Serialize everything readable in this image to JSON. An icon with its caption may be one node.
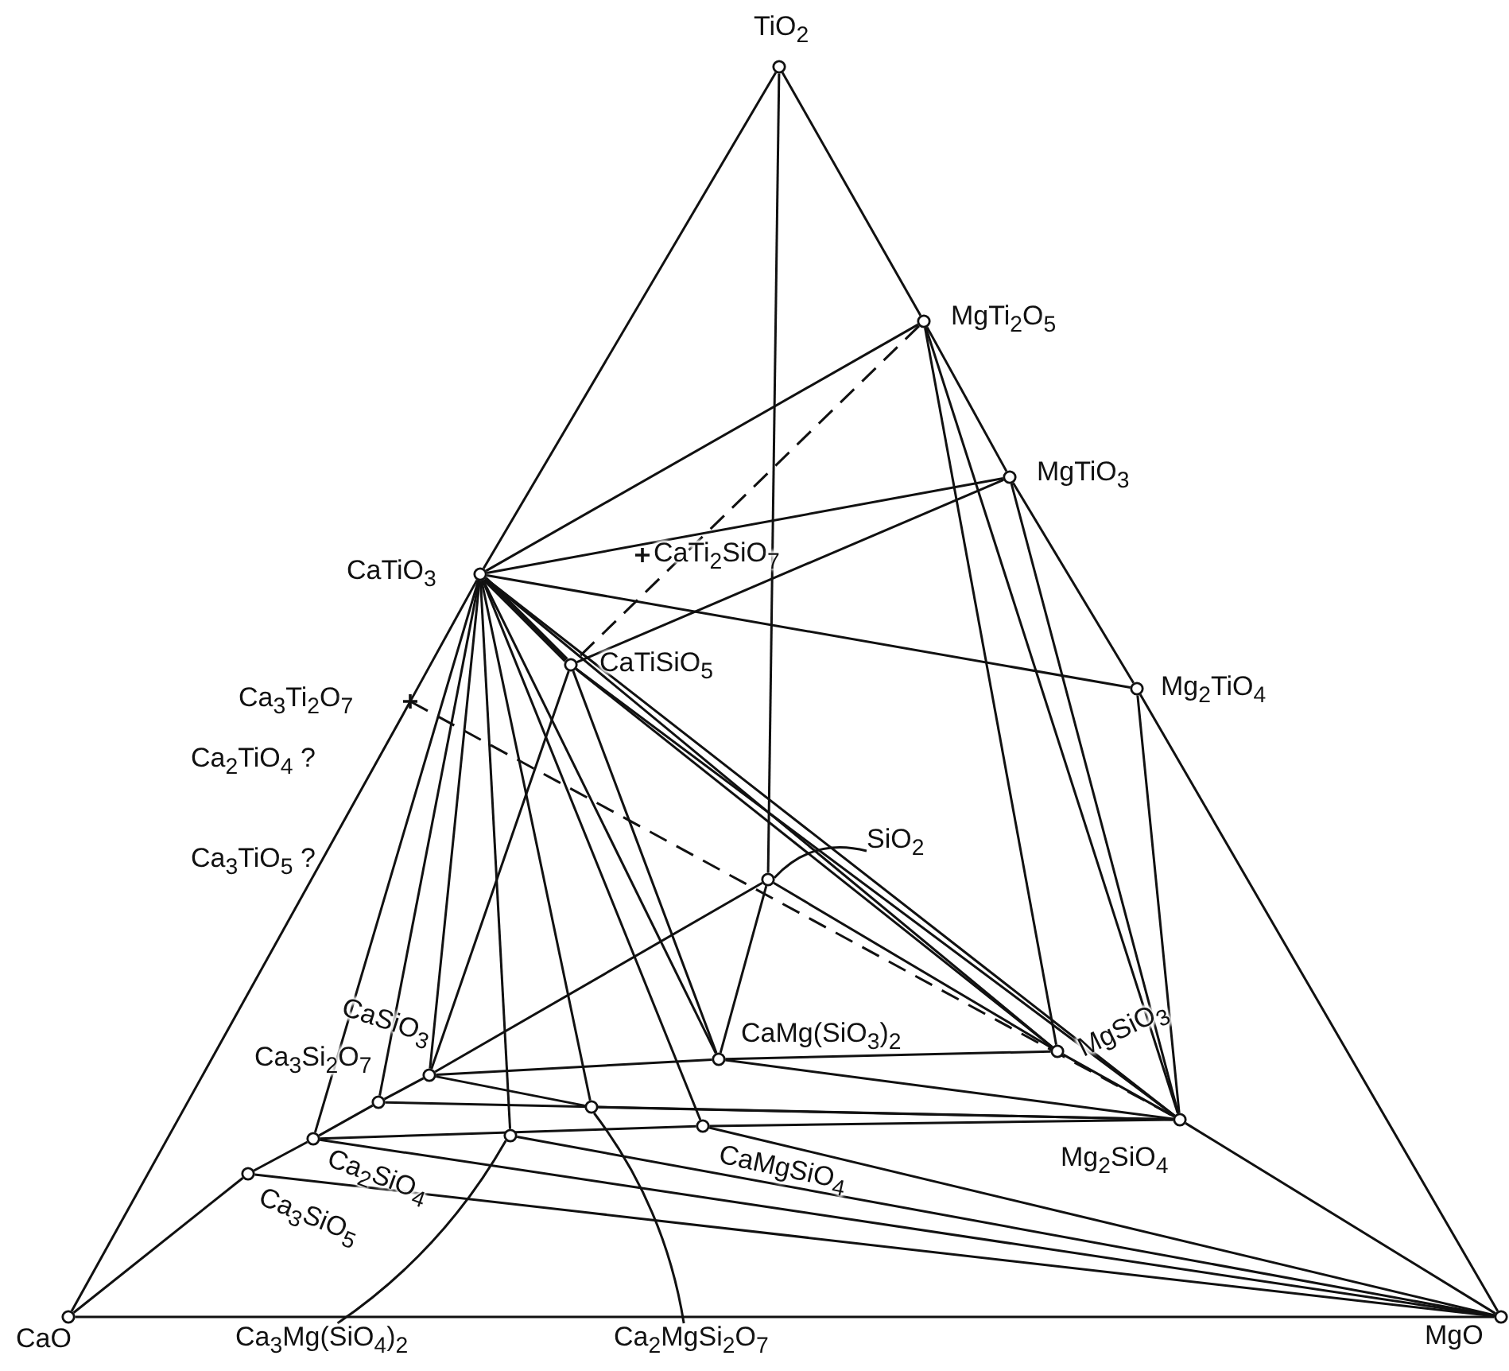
{
  "diagram": {
    "nodes": [
      {
        "text": [],
        "shape": "circle",
        "beside": [
          "TiO$_{2}$"
        ]
      },
      {
        "text": [],
        "shape": "circle",
        "beside": [
          "MgTi$_{2}$O$_{5}$"
        ]
      },
      {
        "text": [],
        "shape": "circle",
        "beside": [
          "MgTiO$_{3}$"
        ]
      },
      {
        "text": [],
        "shape": "circle",
        "beside": [
          "Mg$_{2}$TiO$_{4}$"
        ]
      },
      {
        "text": [],
        "shape": "circle",
        "beside": [
          "CaTiO$_{3}$"
        ]
      },
      {
        "text": [],
        "shape": "cross",
        "beside": [
          "CaTi$_{2}$SiO$_{7}$"
        ]
      },
      {
        "text": [],
        "shape": "circle",
        "beside": [
          "CaTiSiO$_{5}$"
        ]
      },
      {
        "text": [],
        "shape": "cross",
        "beside": [
          "Ca$_{3}$Ti$_{2}$O$_{7}$"
        ]
      },
      {
        "text": [
          "SiO$_{2}$"
        ]
      },
      {
        "text": [],
        "shape": "circle"
      },
      {
        "text": [],
        "shape": "circle",
        "beside": [
          "CaSiO$_{3}$"
        ]
      },
      {
        "text": [],
        "shape": "circle",
        "beside": [
          "Ca$_{3}$Si$_{2}$O$_{7}$"
        ]
      },
      {
        "text": [],
        "shape": "circle",
        "beside": [
          "Ca$_{2}$SiO$_{4}$"
        ]
      },
      {
        "text": [],
        "shape": "circle",
        "beside": [
          "Ca$_{3}$SiO$_{5}$"
        ]
      },
      {
        "text": [],
        "shape": "circle",
        "beside": [
          "CaMg(SiO$_{3}$)$_{2}$"
        ]
      },
      {
        "text": [],
        "shape": "circle",
        "beside": [
          "MgSiO$_{3}$"
        ]
      },
      {
        "text": [],
        "shape": "circle",
        "beside": [
          "Mg$_{2}$SiO$_{4}$"
        ]
      },
      {
        "text": [],
        "shape": "circle",
        "beside": [
          "CaMgSiO$_{4}$"
        ]
      },
      {
        "text": [],
        "shape": "circle"
      },
      {
        "text": [],
        "shape": "circle"
      },
      {
        "text": [
          "Ca$_{3}$Mg(SiO$_{4}$)$_{2}$"
        ]
      },
      {
        "text": [
          "Ca$_{2}$MgSi$_{2}$O$_{7}$"
        ]
      },
      {
        "text": [],
        "shape": "circle",
        "beside": [
          "CaO"
        ]
      },
      {
        "text": [],
        "shape": "circle",
        "beside": [
          "MgO"
        ]
      }
    ],
    "edges": [
      {
        "from": 0,
        "to": 1,
        "arrow": "none"
      },
      {
        "from": 1,
        "to": 2,
        "arrow": "none"
      },
      {
        "from": 2,
        "to": 3,
        "arrow": "none"
      },
      {
        "from": 3,
        "to": 23,
        "arrow": "none"
      },
      {
        "from": 0,
        "to": 4,
        "arrow": "none"
      },
      {
        "from": 4,
        "to": 7,
        "arrow": "none"
      },
      {
        "from": 7,
        "to": 22,
        "arrow": "none"
      },
      {
        "from": 22,
        "to": 23,
        "arrow": "none"
      },
      {
        "from": 22,
        "to": 13,
        "arrow": "none"
      },
      {
        "from": 13,
        "to": 12,
        "arrow": "none"
      },
      {
        "from": 12,
        "to": 11,
        "arrow": "none"
      },
      {
        "from": 11,
        "to": 10,
        "arrow": "none"
      },
      {
        "from": 10,
        "to": 9,
        "arrow": "none"
      },
      {
        "from": 9,
        "to": 15,
        "arrow": "none"
      },
      {
        "from": 0,
        "to": 9,
        "arrow": "none"
      },
      {
        "from": 9,
        "to": 14,
        "arrow": "none"
      },
      {
        "from": 4,
        "to": 1,
        "arrow": "none"
      },
      {
        "from": 4,
        "to": 2,
        "arrow": "none"
      },
      {
        "from": 4,
        "to": 3,
        "arrow": "none"
      },
      {
        "from": 4,
        "to": 6,
        "arrow": "none",
        "style": "thick"
      },
      {
        "from": 4,
        "to": 10,
        "arrow": "none"
      },
      {
        "from": 4,
        "to": 11,
        "arrow": "none"
      },
      {
        "from": 4,
        "to": 12,
        "arrow": "none"
      },
      {
        "from": 4,
        "to": 18,
        "arrow": "none"
      },
      {
        "from": 4,
        "to": 19,
        "arrow": "none"
      },
      {
        "from": 4,
        "to": 17,
        "arrow": "none"
      },
      {
        "from": 4,
        "to": 14,
        "arrow": "none"
      },
      {
        "from": 4,
        "to": 15,
        "arrow": "none"
      },
      {
        "from": 4,
        "to": 16,
        "arrow": "none"
      },
      {
        "from": 6,
        "to": 2,
        "arrow": "none"
      },
      {
        "from": 6,
        "to": 10,
        "arrow": "none"
      },
      {
        "from": 6,
        "to": 14,
        "arrow": "none"
      },
      {
        "from": 6,
        "to": 15,
        "arrow": "none"
      },
      {
        "from": 6,
        "to": 16,
        "arrow": "none"
      },
      {
        "from": 1,
        "to": 15,
        "arrow": "none"
      },
      {
        "from": 1,
        "to": 16,
        "arrow": "none"
      },
      {
        "from": 2,
        "to": 16,
        "arrow": "none"
      },
      {
        "from": 3,
        "to": 16,
        "arrow": "none"
      },
      {
        "from": 10,
        "to": 14,
        "arrow": "none"
      },
      {
        "from": 14,
        "to": 15,
        "arrow": "none"
      },
      {
        "from": 15,
        "to": 16,
        "arrow": "none"
      },
      {
        "from": 16,
        "to": 23,
        "arrow": "none"
      },
      {
        "from": 11,
        "to": 16,
        "arrow": "none"
      },
      {
        "from": 19,
        "to": 16,
        "arrow": "none"
      },
      {
        "from": 17,
        "to": 16,
        "arrow": "none"
      },
      {
        "from": 14,
        "to": 16,
        "arrow": "none"
      },
      {
        "from": 17,
        "to": 23,
        "arrow": "none"
      },
      {
        "from": 18,
        "to": 23,
        "arrow": "none"
      },
      {
        "from": 12,
        "to": 23,
        "arrow": "none"
      },
      {
        "from": 13,
        "to": 23,
        "arrow": "none"
      },
      {
        "from": 10,
        "to": 19,
        "arrow": "none"
      },
      {
        "from": 12,
        "to": 17,
        "arrow": "none"
      },
      {
        "from": 7,
        "to": 16,
        "arrow": "none",
        "style": "dashed"
      },
      {
        "from": 1,
        "to": 6,
        "arrow": "none",
        "style": "dashed"
      },
      {
        "from": 8,
        "to": 9,
        "arrow": "none"
      },
      {
        "from": 20,
        "to": 18,
        "arrow": "none"
      },
      {
        "from": 21,
        "to": 19,
        "arrow": "none"
      }
    ],
    "labels": [
      "Ca$_{2}$TiO$_{4}$ ?",
      "Ca$_{3}$TiO$_{5}$ ?"
    ]
  }
}
